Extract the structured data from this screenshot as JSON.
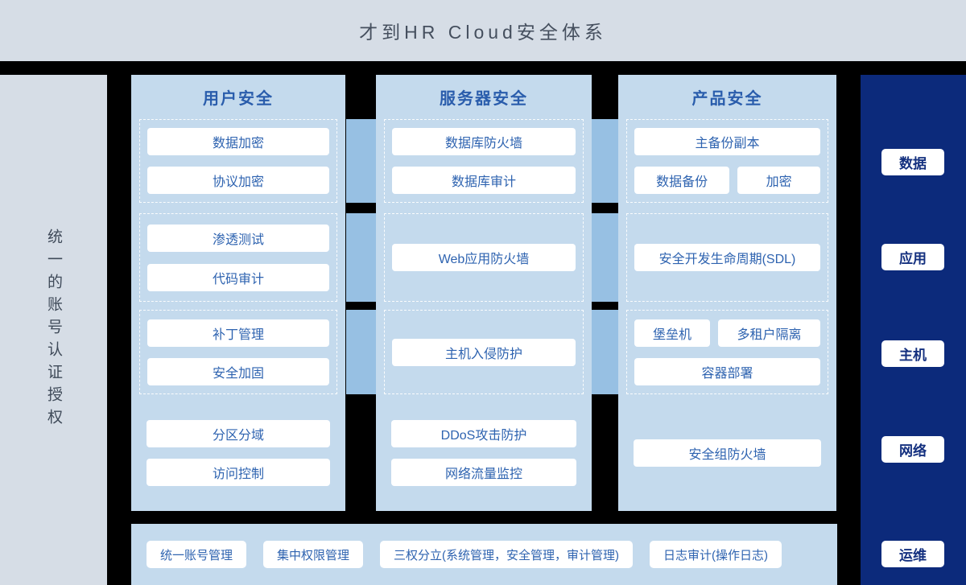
{
  "header": {
    "title": "才到HR Cloud安全体系"
  },
  "left_rail": {
    "vertical_label": "统一的账号认证授权"
  },
  "columns": {
    "user": {
      "header": "用户安全",
      "g1": [
        "数据加密",
        "协议加密"
      ],
      "g2": [
        "渗透测试",
        "代码审计"
      ],
      "g3": [
        "补丁管理",
        "安全加固"
      ],
      "g4": [
        "分区分域",
        "访问控制"
      ]
    },
    "server": {
      "header": "服务器安全",
      "g1": [
        "数据库防火墙",
        "数据库审计"
      ],
      "g2": [
        "Web应用防火墙"
      ],
      "g3": [
        "主机入侵防护"
      ],
      "g4": [
        "DDoS攻击防护",
        "网络流量监控"
      ]
    },
    "product": {
      "header": "产品安全",
      "g1_main": "主备份副本",
      "g1_row": [
        "数据备份",
        "加密"
      ],
      "g2": [
        "安全开发生命周期(SDL)"
      ],
      "g3_row": [
        "堡垒机",
        "多租户隔离"
      ],
      "g3_main": "容器部署",
      "g4": [
        "安全组防火墙"
      ]
    }
  },
  "right_rail": {
    "labels": [
      "数据",
      "应用",
      "主机",
      "网络",
      "运维"
    ]
  },
  "bottom_bar": {
    "items": [
      "统一账号管理",
      "集中权限管理",
      "三权分立(系统管理，安全管理，审计管理)",
      "日志审计(操作日志)"
    ]
  },
  "colors": {
    "background": "#000000",
    "header_bg": "#d6dde6",
    "column_bg": "#c4daed",
    "connector": "#97c0e3",
    "navy": "#0c2a7b",
    "item_text": "#2e63b0",
    "column_header_text": "#2a5dac",
    "navy_label_text": "#14307f",
    "title_text": "#454f5e"
  }
}
